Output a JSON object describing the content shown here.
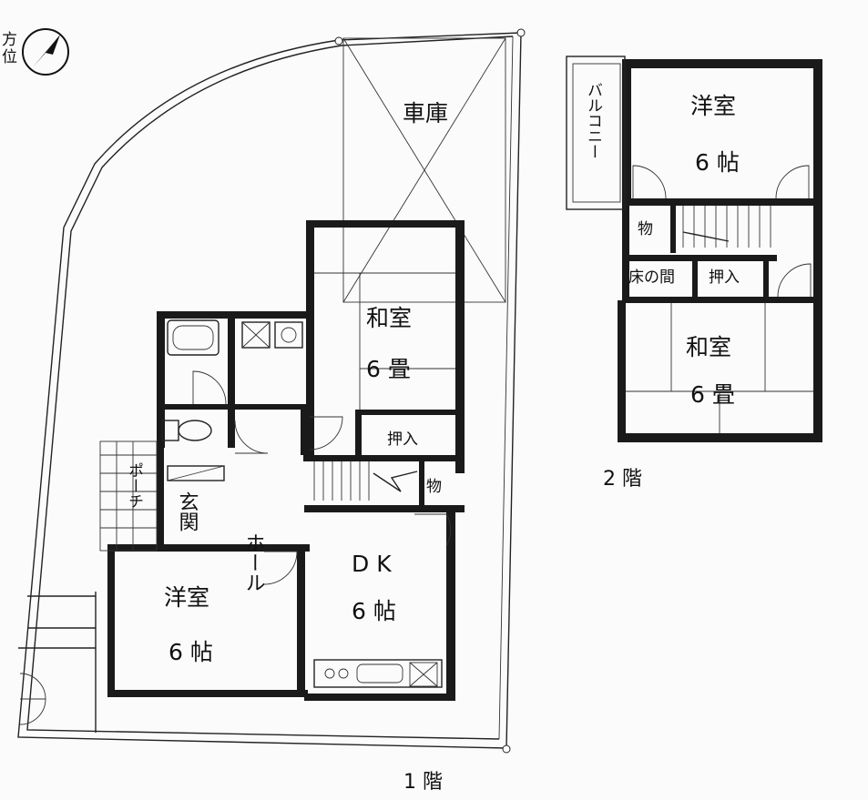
{
  "compass": {
    "label": "方位",
    "icon": "north-arrow-icon"
  },
  "floor1": {
    "caption": "1 階",
    "garage": "車庫",
    "washitsu_name": "和室",
    "washitsu_size": "6 畳",
    "oshiire": "押入",
    "mono": "物",
    "hall": "ホール",
    "genkan": "玄関",
    "porch": "ポーチ",
    "yoshitsu_name": "洋室",
    "yoshitsu_size": "6 帖",
    "dk_name": "D K",
    "dk_size": "6 帖"
  },
  "floor2": {
    "caption": "2 階",
    "balcony": "バルコニー",
    "yoshitsu_name": "洋室",
    "yoshitsu_size": "6 帖",
    "mono": "物",
    "tokonoma": "床の間",
    "oshiire": "押入",
    "washitsu_name": "和室",
    "washitsu_size": "6 畳"
  }
}
